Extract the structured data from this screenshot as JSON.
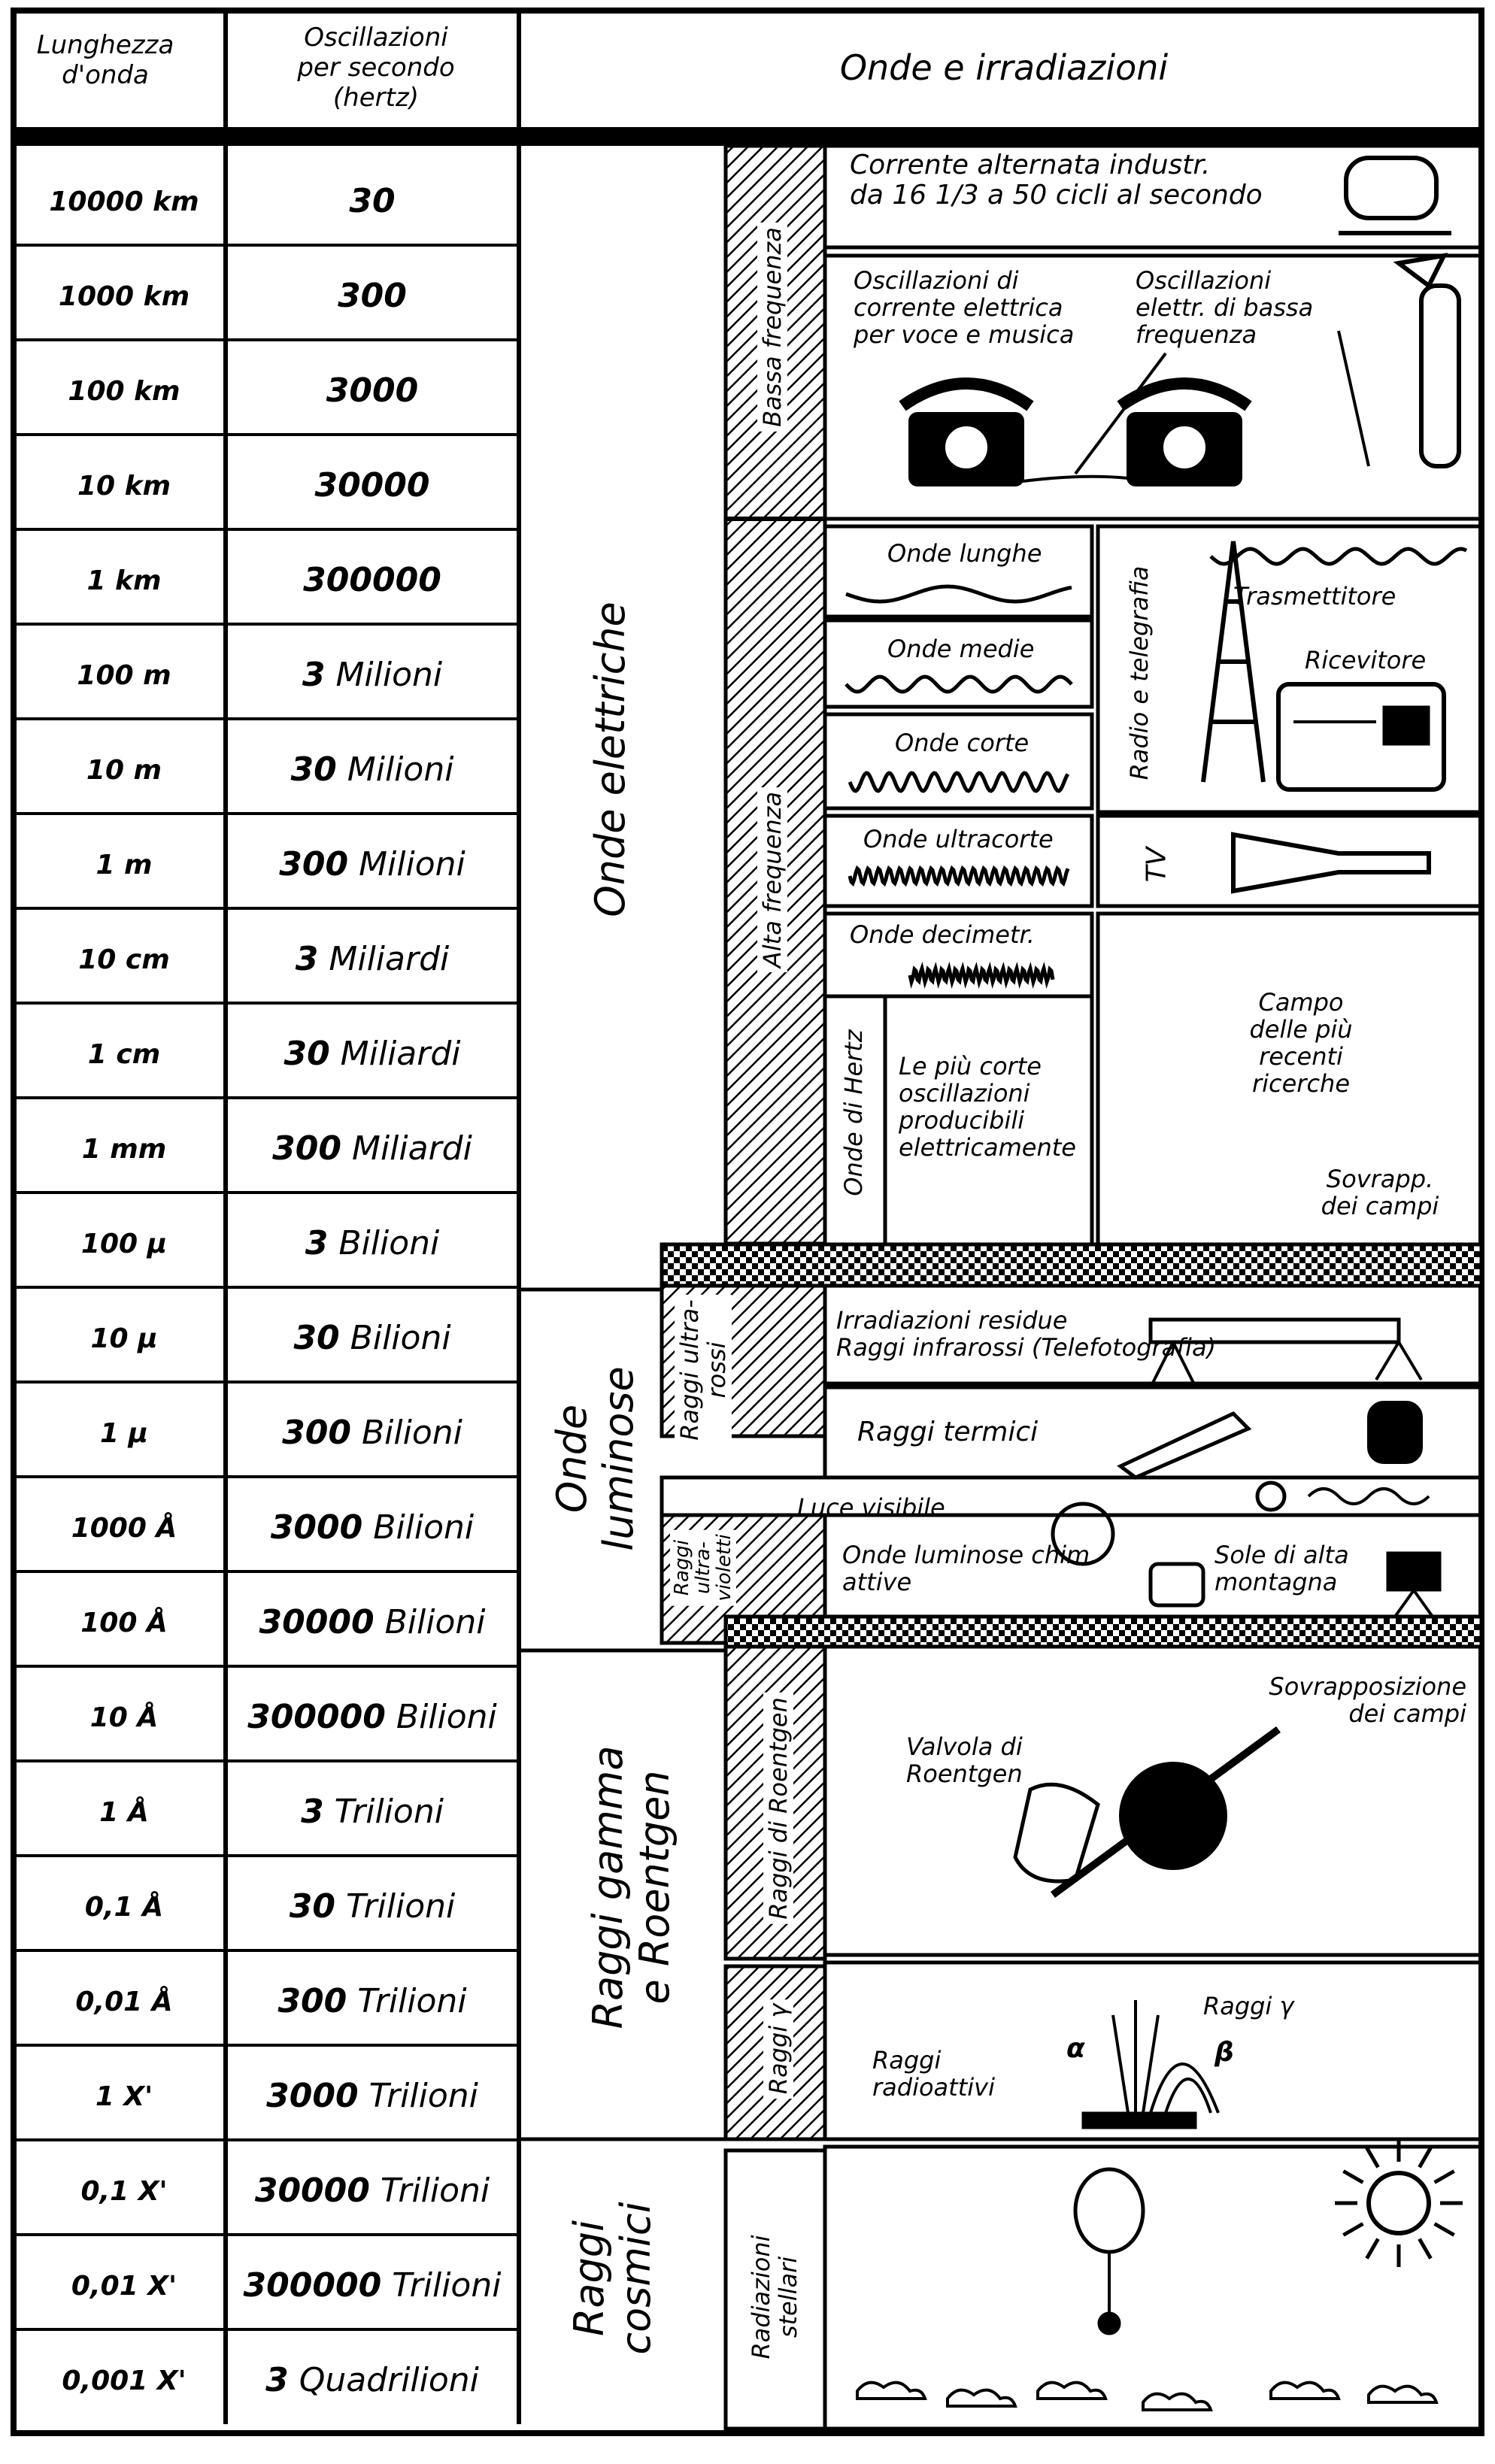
{
  "header": {
    "col1": [
      "Lunghezza",
      "d'onda"
    ],
    "col2": [
      "Oscillazioni",
      "per secondo",
      "(hertz)"
    ],
    "col3": "Onde e irradiazioni"
  },
  "rows": [
    {
      "wavelength": "10000 km",
      "freq_num": "30",
      "freq_unit": ""
    },
    {
      "wavelength": "1000 km",
      "freq_num": "300",
      "freq_unit": ""
    },
    {
      "wavelength": "100 km",
      "freq_num": "3000",
      "freq_unit": ""
    },
    {
      "wavelength": "10 km",
      "freq_num": "30000",
      "freq_unit": ""
    },
    {
      "wavelength": "1 km",
      "freq_num": "300000",
      "freq_unit": ""
    },
    {
      "wavelength": "100 m",
      "freq_num": "3",
      "freq_unit": "Milioni"
    },
    {
      "wavelength": "10 m",
      "freq_num": "30",
      "freq_unit": "Milioni"
    },
    {
      "wavelength": "1 m",
      "freq_num": "300",
      "freq_unit": "Milioni"
    },
    {
      "wavelength": "10 cm",
      "freq_num": "3",
      "freq_unit": "Miliardi"
    },
    {
      "wavelength": "1 cm",
      "freq_num": "30",
      "freq_unit": "Miliardi"
    },
    {
      "wavelength": "1 mm",
      "freq_num": "300",
      "freq_unit": "Miliardi"
    },
    {
      "wavelength": "100 μ",
      "freq_num": "3",
      "freq_unit": "Bilioni"
    },
    {
      "wavelength": "10 μ",
      "freq_num": "30",
      "freq_unit": "Bilioni"
    },
    {
      "wavelength": "1 μ",
      "freq_num": "300",
      "freq_unit": "Bilioni"
    },
    {
      "wavelength": "1000 Å",
      "freq_num": "3000",
      "freq_unit": "Bilioni"
    },
    {
      "wavelength": "100 Å",
      "freq_num": "30000",
      "freq_unit": "Bilioni"
    },
    {
      "wavelength": "10 Å",
      "freq_num": "300000",
      "freq_unit": "Bilioni"
    },
    {
      "wavelength": "1 Å",
      "freq_num": "3",
      "freq_unit": "Trilioni"
    },
    {
      "wavelength": "0,1 Å",
      "freq_num": "30",
      "freq_unit": "Trilioni"
    },
    {
      "wavelength": "0,01 Å",
      "freq_num": "300",
      "freq_unit": "Trilioni"
    },
    {
      "wavelength": "1 X'",
      "freq_num": "3000",
      "freq_unit": "Trilioni"
    },
    {
      "wavelength": "0,1 X'",
      "freq_num": "30000",
      "freq_unit": "Trilioni"
    },
    {
      "wavelength": "0,01 X'",
      "freq_num": "300000",
      "freq_unit": "Trilioni"
    },
    {
      "wavelength": "0,001 X'",
      "freq_num": "3",
      "freq_unit": "Quadrilioni"
    }
  ],
  "groups": {
    "elettriche": "Onde elettriche",
    "luminose": [
      "Onde",
      "luminose"
    ],
    "gamma": [
      "Raggi gamma",
      "e Roentgen"
    ],
    "cosmici": [
      "Raggi",
      "cosmici"
    ]
  },
  "strips": {
    "bassa": "Bassa frequenza",
    "alta": "Alta frequenza",
    "hertz": "Onde di Hertz",
    "ultrarossi": [
      "Raggi ultra-",
      "rossi"
    ],
    "ultravioletti": [
      "Raggi",
      "ultra-",
      "violetti"
    ],
    "roentgen": "Raggi di Roentgen",
    "gamma": "Raggi γ",
    "stellari": [
      "Radiazioni",
      "stellari"
    ]
  },
  "panels": {
    "corrente": [
      "Corrente alternata industr.",
      "da 16 1/3 a 50 cicli al secondo"
    ],
    "voce": [
      "Oscillazioni di",
      "corrente elettrica",
      "per voce e musica"
    ],
    "bassa_osc": [
      "Oscillazioni",
      "elettr. di bassa",
      "frequenza"
    ],
    "lunghe": "Onde lunghe",
    "medie": "Onde medie",
    "corte": "Onde corte",
    "ultracorte": "Onde ultracorte",
    "radio": "Radio e telegrafia",
    "trasmettitore": "Trasmettitore",
    "ricevitore": "Ricevitore",
    "tv": "TV",
    "decimetr": "Onde decimetr.",
    "campo": [
      "Campo",
      "delle più",
      "recenti",
      "ricerche"
    ],
    "piu_corte": [
      "Le più corte",
      "oscillazioni",
      "producibili",
      "elettricamente"
    ],
    "sovrapp1": [
      "Sovrapp.",
      "dei campi"
    ],
    "residue": [
      "Irradiazioni residue",
      "Raggi infrarossi",
      "(Telefotografia)"
    ],
    "termici": "Raggi termici",
    "luce": "Luce visibile",
    "chim": [
      "Onde luminose chim.",
      "attive"
    ],
    "sole": [
      "Sole di alta",
      "montagna"
    ],
    "sovrapp2": [
      "Sovrapposizione",
      "dei campi"
    ],
    "valvola": [
      "Valvola di",
      "Roentgen"
    ],
    "raggi_gamma": "Raggi γ",
    "radioattivi": [
      "Raggi",
      "radioattivi"
    ],
    "alpha": "α",
    "beta": "β"
  }
}
